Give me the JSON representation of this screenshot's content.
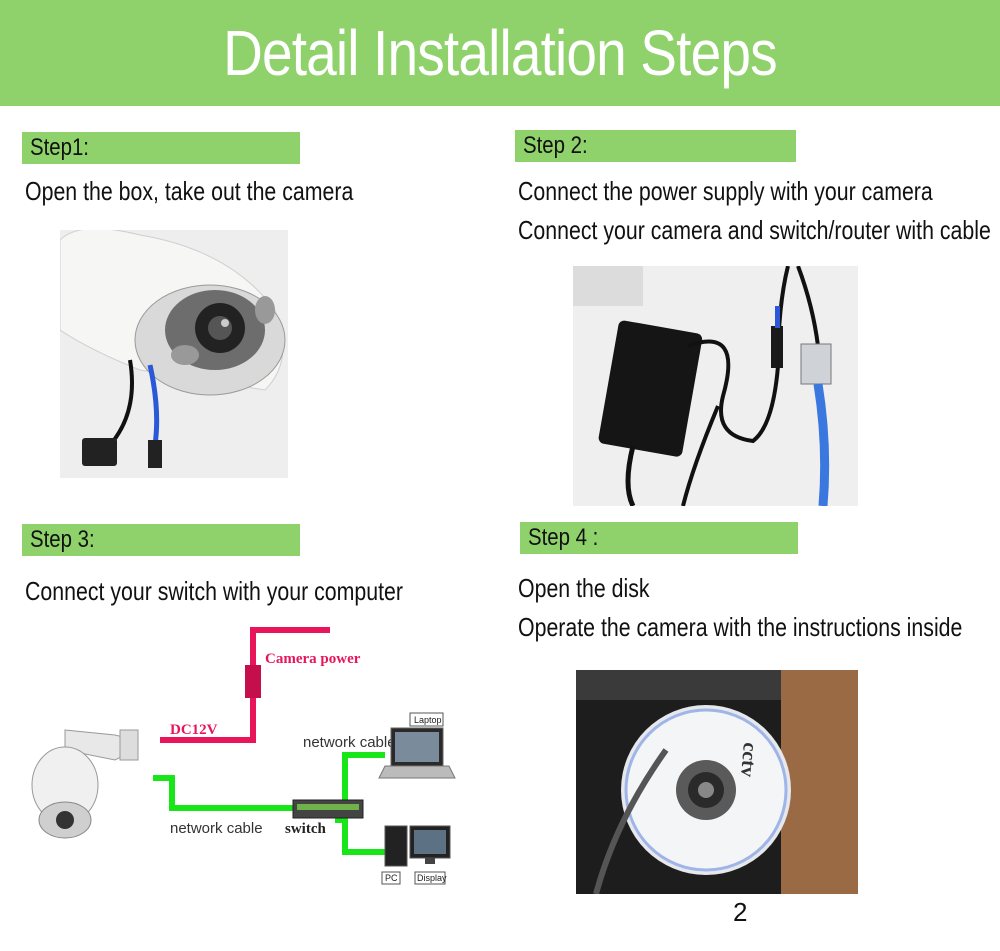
{
  "title": "Detail Installation Steps",
  "steps": [
    {
      "label": "Step1:",
      "lines": [
        "Open the box, take out the camera"
      ]
    },
    {
      "label": "Step 2:",
      "lines": [
        "Connect the power supply with your camera",
        "Connect your camera and switch/router with cable"
      ]
    },
    {
      "label": "Step 3:",
      "lines": [
        "Connect your switch with your computer"
      ]
    },
    {
      "label": "Step 4 :",
      "lines": [
        "Open the disk",
        "Operate the camera with the instructions inside"
      ]
    }
  ],
  "diagram": {
    "camera_power": "Camera power",
    "dc12v": "DC12V",
    "network_cable_top": "network cable",
    "network_cable_bottom": "network cable",
    "switch": "switch",
    "laptop": "Laptop",
    "pc": "PC",
    "display": "Display",
    "colors": {
      "power": "#e8155a",
      "network": "#19e619"
    }
  },
  "disk_label": "cctv",
  "page_number": "2"
}
